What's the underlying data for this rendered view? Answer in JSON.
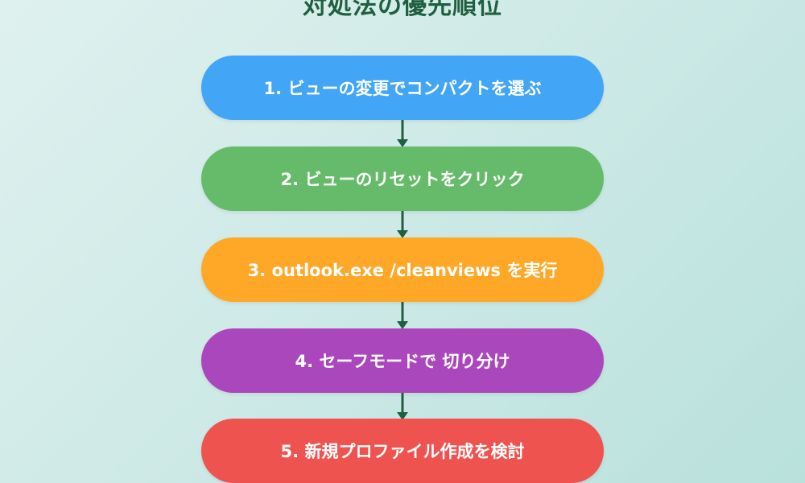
{
  "title": "対処法の優先順位",
  "colors": {
    "arrow": "#1f5f3f",
    "title": "#1f5f3f"
  },
  "steps": [
    {
      "label": "1. ビューの変更でコンパクトを選ぶ",
      "color": "#42a5f5"
    },
    {
      "label": "2. ビューのリセットをクリック",
      "color": "#66bb6a"
    },
    {
      "label": "3. outlook.exe /cleanviews を実行",
      "color": "#ffa726"
    },
    {
      "label": "4. セーフモードで 切り分け",
      "color": "#ab47bc"
    },
    {
      "label": "5. 新規プロファイル作成を検討",
      "color": "#ef5350"
    }
  ]
}
